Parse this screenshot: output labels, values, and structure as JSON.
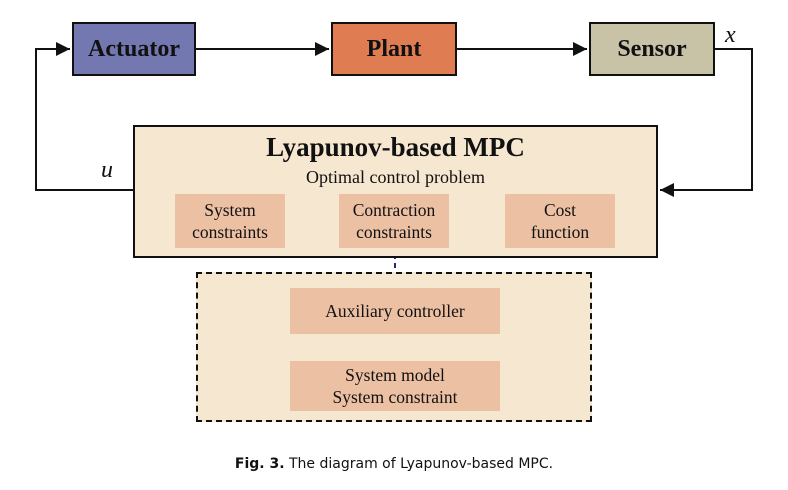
{
  "blocks": {
    "actuator": "Actuator",
    "plant": "Plant",
    "sensor": "Sensor"
  },
  "mpc": {
    "title": "Lyapunov-based MPC",
    "subtitle": "Optimal control problem",
    "system_constraints": [
      "System",
      "constraints"
    ],
    "contraction_constraints": [
      "Contraction",
      "constraints"
    ],
    "cost_function": [
      "Cost",
      "function"
    ]
  },
  "auxiliary": {
    "controller": "Auxiliary controller",
    "model": [
      "System model",
      "System constraint"
    ]
  },
  "signals": {
    "state": "x",
    "input": "u"
  },
  "caption": {
    "label": "Fig. 3.",
    "text": "The diagram of Lyapunov-based MPC."
  },
  "colors": {
    "actuator": "#7478b0",
    "plant": "#e07c52",
    "sensor": "#c8c2a6",
    "panel": "#f6e8d0",
    "sub_block": "#ecc1a3",
    "dependency_arrow": "#1e2a78"
  }
}
